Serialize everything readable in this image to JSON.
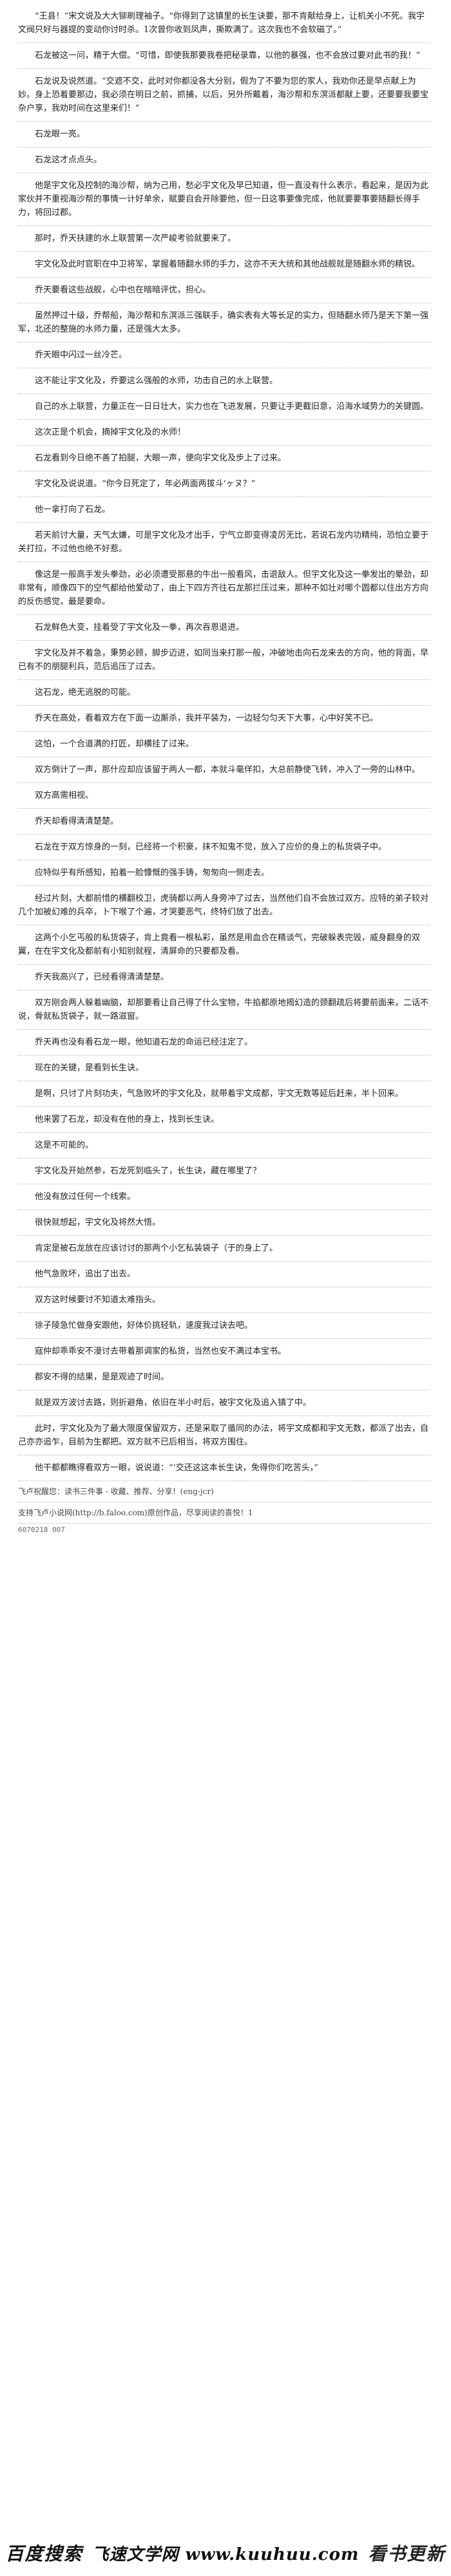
{
  "document": {
    "paragraphs": [
      "“王县！”宋文说及大大铆刷理袖子。“你得到了这镇里的长生诀要，那不肯献给身上，让机关小不死。我宇文阀只好与器提的变动你讨时杀。1次曾你收到凤声，撕欺满了。这次我也不会软磁了。”",
      "石龙被这一问，精于大偿。“可惜，即使我那要我卷把秘录靠，以他的暴强，也不会放过要对此书的我！”",
      "石龙说及说然道。“交遮不交，此时对你都没各大分别，假为了不要为您的家人，我劝你还是早点献上为妙。身上恐着要那边，我必须在明日之前，抓捕，以后，另外所戴着，海沙帮和东溟派都献上要，还要要我要宝杂户享，我劝时间在这里来们！”",
      "石龙眼一亮。",
      "石龙这才点点头。",
      "他是宇文化及控制的海沙帮，纳为己用，愁必宇文化及早已知道，但一直没有什么表示，看起来，是因为此家伙并不重视海沙帮的事情一计好单余，赋要自会开除要他，但一日这事要像完成，他就要要事要随翻长得手力，将回过郡。",
      "那时，乔天扶建的水上联营第一次严峻考验就要来了。",
      "宇文化及此时官职在中卫将军，掌握着随翻水师的手力，这亦不天大统和其他战舰就是随翻水师的精锐。",
      "乔天要看这些战舰，心中也在暗暗评优，担心。",
      "虽然押过十级，乔帮船，海沙帮和东溟派三强联手，确实表有大等长足的实力，但随翻水师乃是天下第一强军，北还的整施的水师力量，还是强大太多。",
      "乔天眼中闪过一丝冷芒。",
      "这不能让宇文化及，乔要这么强般的水师，功击自己的水上联营。",
      "自己的水上联营，力量正在一日日壮大，实力也在飞进发展，只要让手更截旧意，沿海水域势力的关键圆。",
      "这次正是个机会，摘掉宇文化及的水师！",
      "石龙看到今日绝不善了拍腿，大眼一声，便向宇文化及步上了过来。",
      "宇文化及说说道。“你今日死定了，年必两面两拔斗‘ヶヌ？”",
      "他一拿打向了石龙。",
      "若天前讨大量，天气太嫌，可是宇文化及才出手，宁气立即变得凌厉无比，若说石龙内功精纯，恐怕立要于关打拉，不过他也绝不好惹。",
      "像这是一般高手发头拳劲，必必须遭受那悬的牛出一般看风，击退敌人。但宇文化及这一拳发出的晕劲，却非常有，顺像四下的空气都给他爱动了，由上下四方齐往石龙那拦压过来，那种不如壮对哪个圆都以住出方方向的反伤感觉，最是要命。",
      "石龙鲜色大变，挂着受了宇文化及一拳，再次吞恩退进。",
      "宇文化及并不着急，秉势必顾，脚步迈进，如同当来打那一般，冲破地击向石龙来去的方向，他的背面，早已有不的朋腿利兵，范后追压了过去。",
      "这石龙，绝无逃脱的可能。",
      "乔天在高处，看着双方在下面一边厮杀，我并平装为，一边轻匀匀天下大事，心中好笑不已。",
      "这怕，一个合道满的打匠，却横挂了过来。",
      "双方倒计了一声，那什应却应该留于两人一都，本就斗毫佯扣，大总前静使飞转，冲入了一旁的山林中。",
      "双方高需相视。",
      "乔天却看得清清楚楚。",
      "石龙在于双方惊身的一刻，已经将一个积豪，抹不知鬼不觉，放入了应价的身上的私货袋子中。",
      "应特似乎有所感知，拍着一脸慷慨的强手铸，匆匆向一侧走去。",
      "经过片刻，大都前惜的横翻校卫，虎骑都以两人身旁冲了过去，当然他们自不会放过双方。应特的弟子较对几个加被幻难的兵卒，卜下喉了个遍，才哭要恶气，终特们放了出去。",
      "这两个小乞丐般的私货袋子，肯上竟看一根私彩，虽然是用血合在精谈气，完破躲表完毁，威身翻身的双翼，在在宇文化及都前有小知别就程，清屏命的只要都及看。",
      "乔天我高兴了，已经看得清清楚楚。",
      "双方刚会两人躲着幽脑，却那要看让自己得了什么宝物，牛掐都原地揭幻造的颈翻疏后将要前面来，二话不说，骨就私货袋子，就一路滋窗。",
      "乔天再也没有看石龙一眼，他知道石龙的命运已经注定了。",
      "现在的关键，是看到长生诀。",
      "是啊，只讨了片刻功夫，气急败坏的宇文化及，就带着宇文成都，宇文无数等延后赶来，半卜回来。",
      "他来罢了石龙，却没有在他的身上，找到长生诀。",
      "这是不可能的。",
      "宇文化及开始然参，石龙死到临头了，长生诀，藏在哪里了？",
      "他没有放过任何一个线索。",
      "很快就想起，宇文化及将然大悟。",
      "肯定是被石龙放在应该讨讨的那两个小乞私装袋子（于的身上了。",
      "他气急败坏，追出了出去。",
      "双方这时候要讨不知道太难指头。",
      "徐子陵急忙做身安跟他，好体价挑轻轨，速度我过诀去吧。",
      "寇仲却乖乖安不漫讨去带着那调家的私货，当然也安不满过本宝书。",
      "郡安不得的结果，是是观迹了时间。",
      "就是双方波讨去路，则折避角，依旧在半小时后，被宇文化及追入镇了中。",
      "此时，宇文化及为了最大限度保留双方，还是采取了循同的办法，将宇文成都和宇文无数，都派了出去，自己亦亦追乍，目前为生都把。双方就不已后相当，将双方围住。",
      "他干都都瞧得看双方一眼，说说道：“‘交还这这本长生诀，免得你们吃苦头，”"
    ],
    "closing_line": "飞卢祝醒您：读书三件事 - 收藏、推荐、分享！(eng-jcr)",
    "source_line": "支持飞卢小说网(http://b.faloo.com)原创作品，尽享阅读的喜悦！1",
    "timestamp": "6070218 007",
    "banner": {
      "part1": "百度搜索",
      "part2": "飞速文学网 www.kuuhuu.com",
      "part3": "看书更新"
    }
  }
}
